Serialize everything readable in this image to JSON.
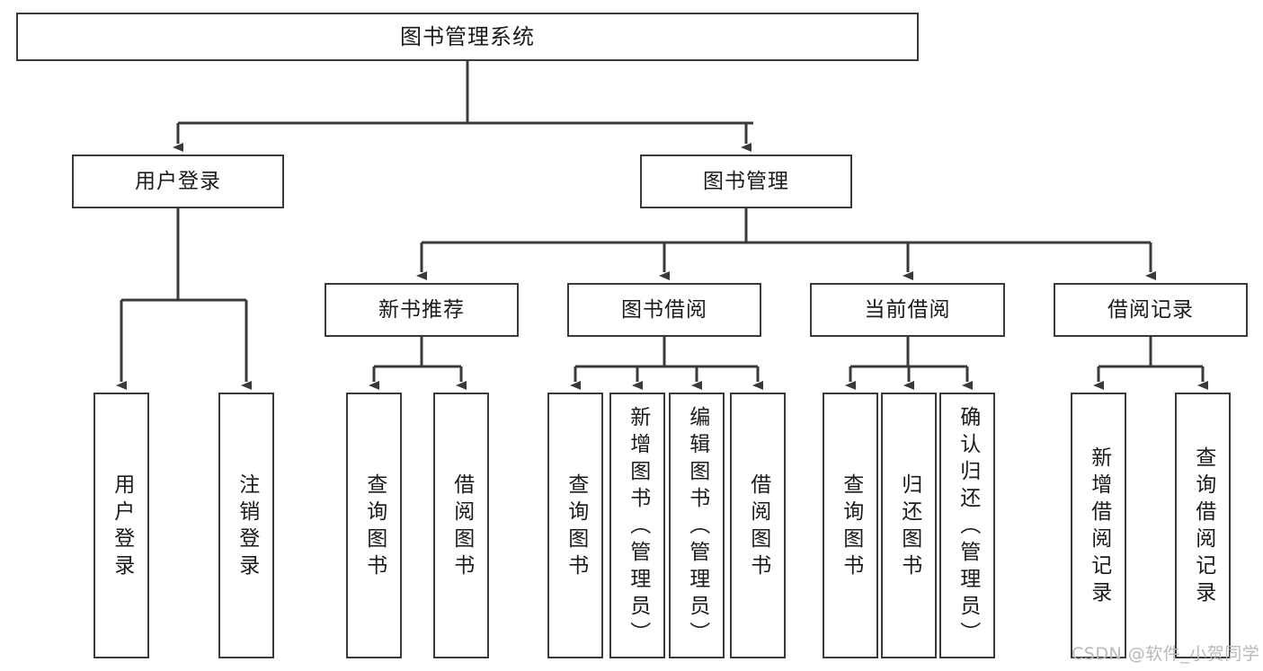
{
  "diagram": {
    "title": "图书管理系统",
    "root": {
      "label": "图书管理系统"
    },
    "level2": [
      {
        "label": "用户登录"
      },
      {
        "label": "图书管理"
      }
    ],
    "level3": [
      {
        "label": "新书推荐"
      },
      {
        "label": "图书借阅"
      },
      {
        "label": "当前借阅"
      },
      {
        "label": "借阅记录"
      }
    ],
    "leaves": [
      {
        "label": "用户登录"
      },
      {
        "label": "注销登录"
      },
      {
        "label": "查询图书"
      },
      {
        "label": "借阅图书"
      },
      {
        "label": "查询图书"
      },
      {
        "label": "新增图书（管理员）"
      },
      {
        "label": "编辑图书（管理员）"
      },
      {
        "label": "借阅图书"
      },
      {
        "label": "查询图书"
      },
      {
        "label": "归还图书"
      },
      {
        "label": "确认归还（管理员）"
      },
      {
        "label": "新增借阅记录"
      },
      {
        "label": "查询借阅记录"
      }
    ],
    "colors": {
      "stroke": "#3a3a3a",
      "text": "#1b1b1b",
      "background": "#ffffff",
      "watermark": "#b9b9b9"
    }
  },
  "watermark": {
    "text": "CSDN @软件_小贺同学"
  }
}
